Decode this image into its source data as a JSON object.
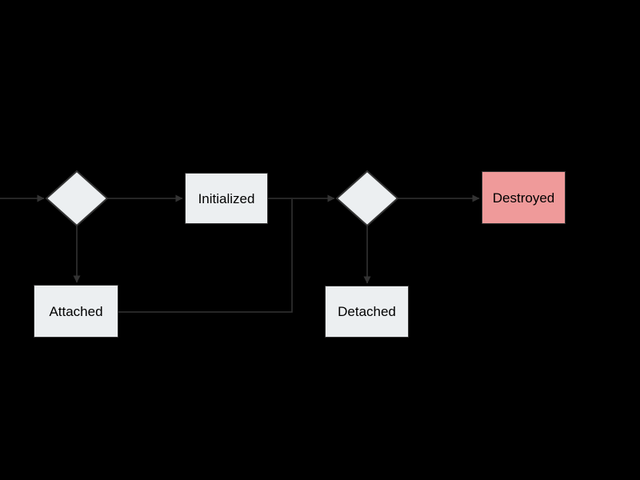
{
  "diagram": {
    "type": "flowchart",
    "background": "#000000",
    "colors": {
      "node_fill": "#eceff1",
      "destroyed_fill": "#ef9a9a",
      "node_stroke": "#333333",
      "edge_color": "#333333",
      "text_color": "#000000"
    },
    "nodes": {
      "decision_1": {
        "label": "",
        "shape": "diamond",
        "fill": "#eceff1"
      },
      "decision_2": {
        "label": "",
        "shape": "diamond",
        "fill": "#eceff1"
      },
      "initialized": {
        "label": "Initialized",
        "shape": "rectangle",
        "fill": "#eceff1"
      },
      "attached": {
        "label": "Attached",
        "shape": "rectangle",
        "fill": "#eceff1"
      },
      "detached": {
        "label": "Detached",
        "shape": "rectangle",
        "fill": "#eceff1"
      },
      "destroyed": {
        "label": "Destroyed",
        "shape": "rectangle",
        "fill": "#ef9a9a"
      }
    },
    "edges": [
      {
        "from": "start",
        "to": "decision_1",
        "arrow": true
      },
      {
        "from": "decision_1",
        "to": "initialized",
        "arrow": true
      },
      {
        "from": "decision_1",
        "to": "attached",
        "arrow": true
      },
      {
        "from": "initialized",
        "to": "decision_2",
        "arrow": true
      },
      {
        "from": "attached",
        "to": "decision_2",
        "arrow": false
      },
      {
        "from": "decision_2",
        "to": "destroyed",
        "arrow": true
      },
      {
        "from": "decision_2",
        "to": "detached",
        "arrow": true
      }
    ]
  }
}
